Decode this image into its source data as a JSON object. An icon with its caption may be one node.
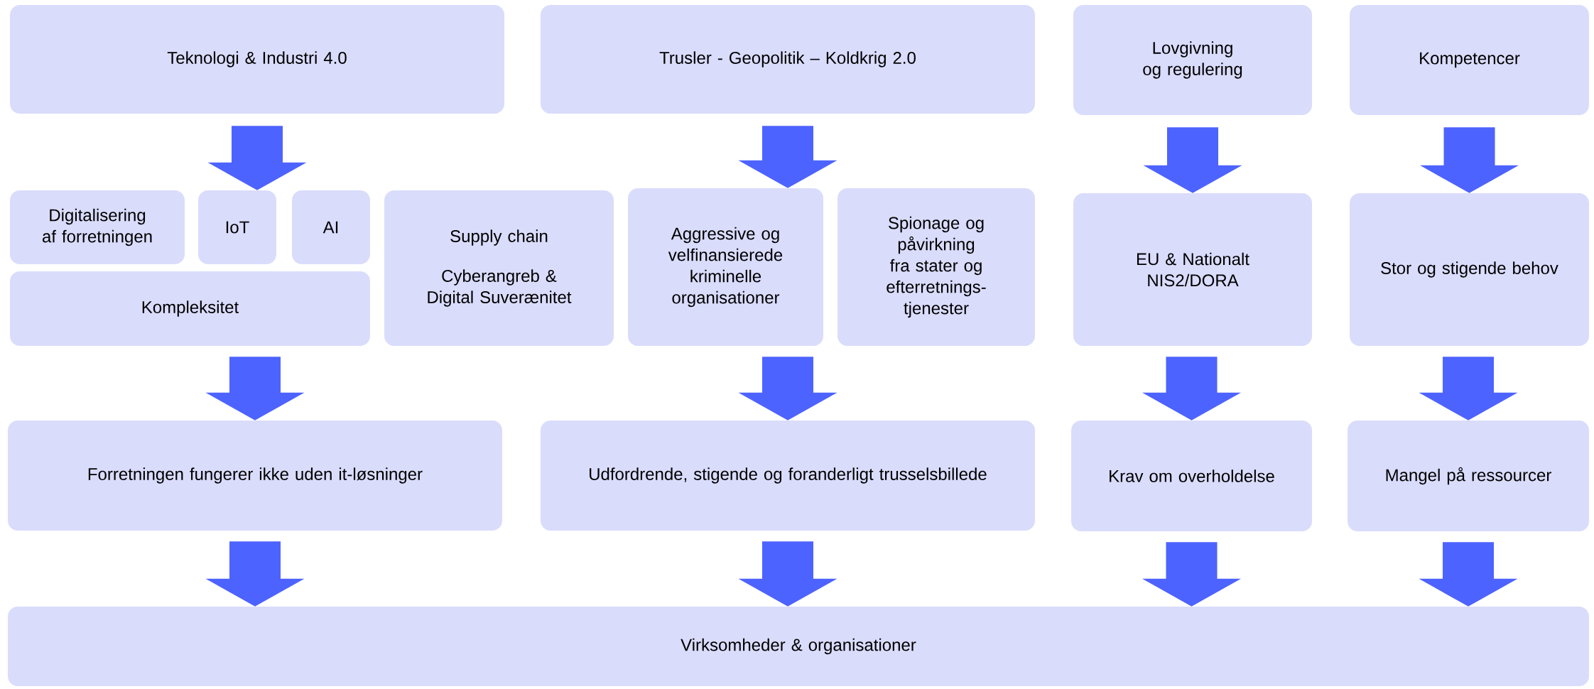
{
  "diagram": {
    "nodes": [
      {
        "text": [
          "Teknologi & Industri 4.0"
        ]
      },
      {
        "text": [
          "Trusler - Geopolitik – Koldkrig 2.0"
        ]
      },
      {
        "text": [
          "Lovgivning og regulering"
        ]
      },
      {
        "text": [
          "Kompetencer"
        ]
      },
      {
        "text": [
          "Digitalisering af forretningen"
        ]
      },
      {
        "text": [
          "IoT"
        ]
      },
      {
        "text": [
          "AI"
        ]
      },
      {
        "text": [
          "Kompleksitet"
        ]
      },
      {
        "text": [
          "Supply chain",
          "Cyberangreb & Digital Suverænitet"
        ]
      },
      {
        "text": [
          "Aggressive og velfinansierede kriminelle organisationer"
        ]
      },
      {
        "text": [
          "Spionage og påvirkning fra stater og efterretnings-tjenester"
        ]
      },
      {
        "text": [
          "EU & Nationalt NIS2/DORA"
        ]
      },
      {
        "text": [
          "Stor og stigende behov"
        ]
      },
      {
        "text": [
          "Forretningen fungerer ikke uden it-løsninger"
        ]
      },
      {
        "text": [
          "Udfordrende, stigende og foranderligt trusselsbillede"
        ]
      },
      {
        "text": [
          "Krav om overholdelse"
        ]
      },
      {
        "text": [
          "Mangel på ressourcer"
        ]
      },
      {
        "text": [
          "Virksomheder & organisationer"
        ]
      }
    ],
    "edges": [
      {
        "from": 0,
        "to": 5,
        "arrow": "to"
      },
      {
        "from": 1,
        "to": 9,
        "arrow": "to"
      },
      {
        "from": 2,
        "to": 11,
        "arrow": "to"
      },
      {
        "from": 3,
        "to": 12,
        "arrow": "to"
      },
      {
        "from": 7,
        "to": 13,
        "arrow": "to"
      },
      {
        "from": 9,
        "to": 14,
        "arrow": "to"
      },
      {
        "from": 11,
        "to": 15,
        "arrow": "to"
      },
      {
        "from": 12,
        "to": 16,
        "arrow": "to"
      },
      {
        "from": 13,
        "to": 17,
        "arrow": "to"
      },
      {
        "from": 14,
        "to": 17,
        "arrow": "to"
      },
      {
        "from": 15,
        "to": 17,
        "arrow": "to"
      },
      {
        "from": 16,
        "to": 17,
        "arrow": "to"
      }
    ]
  }
}
